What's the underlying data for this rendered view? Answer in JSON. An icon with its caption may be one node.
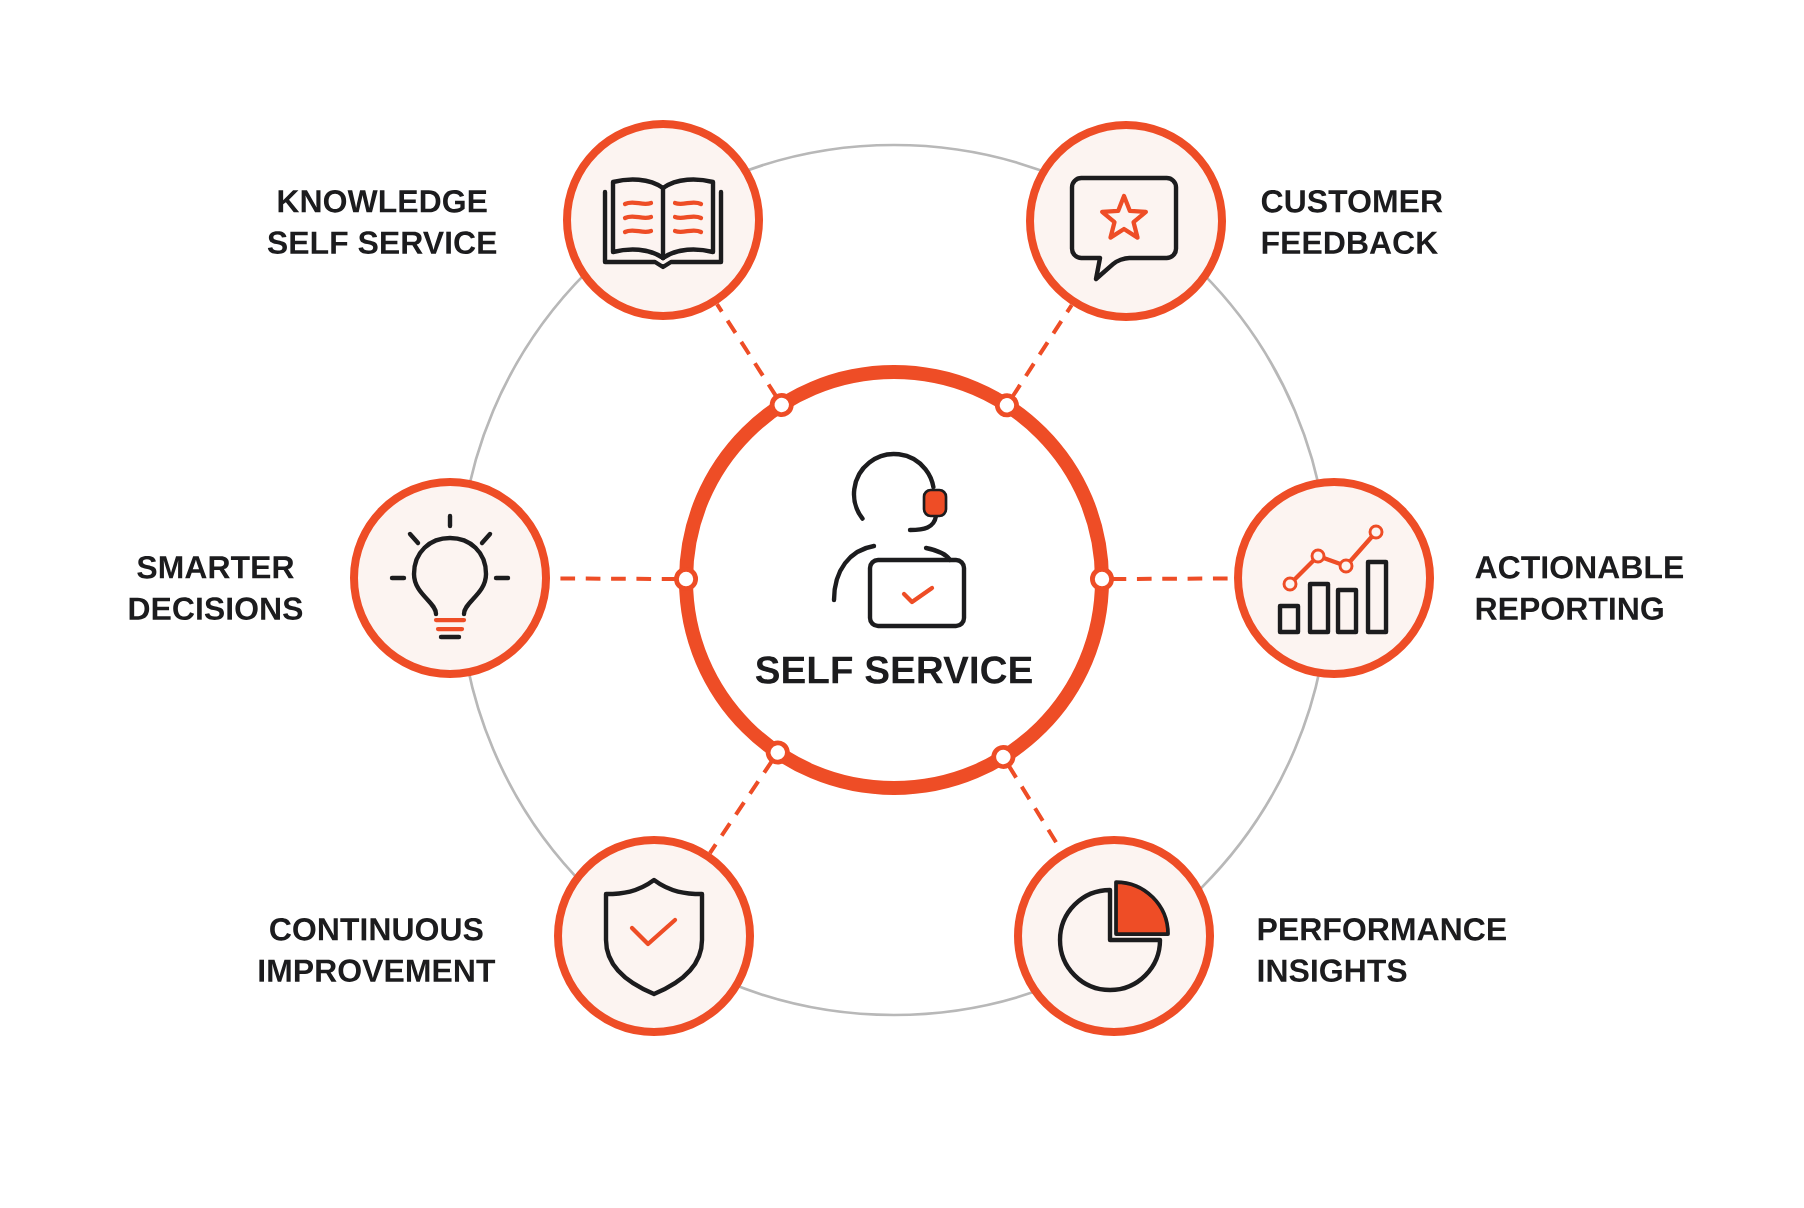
{
  "diagram": {
    "nodes": [
      {
        "text": [
          "KNOWLEDGE SELF SERVICE"
        ]
      },
      {
        "text": [
          "CUSTOMER FEEDBACK"
        ]
      },
      {
        "text": [
          "SMARTER DECISIONS"
        ]
      },
      {
        "text": [
          "SELF SERVICE"
        ]
      },
      {
        "text": [
          "ACTIONABLE REPORTING"
        ]
      },
      {
        "text": [
          "CONTINUOUS IMPROVEMENT"
        ]
      },
      {
        "text": [
          "PERFORMANCE INSIGHTS"
        ]
      }
    ],
    "edges": [
      {
        "from": 3,
        "to": 0,
        "arrow": "other",
        "style": "dashed"
      },
      {
        "from": 3,
        "to": 1,
        "arrow": "other",
        "style": "dashed"
      },
      {
        "from": 3,
        "to": 2,
        "arrow": "other",
        "style": "dashed"
      },
      {
        "from": 3,
        "to": 4,
        "arrow": "other",
        "style": "dashed"
      },
      {
        "from": 3,
        "to": 5,
        "arrow": "other",
        "style": "dashed"
      },
      {
        "from": 3,
        "to": 6,
        "arrow": "other",
        "style": "dashed"
      }
    ]
  }
}
